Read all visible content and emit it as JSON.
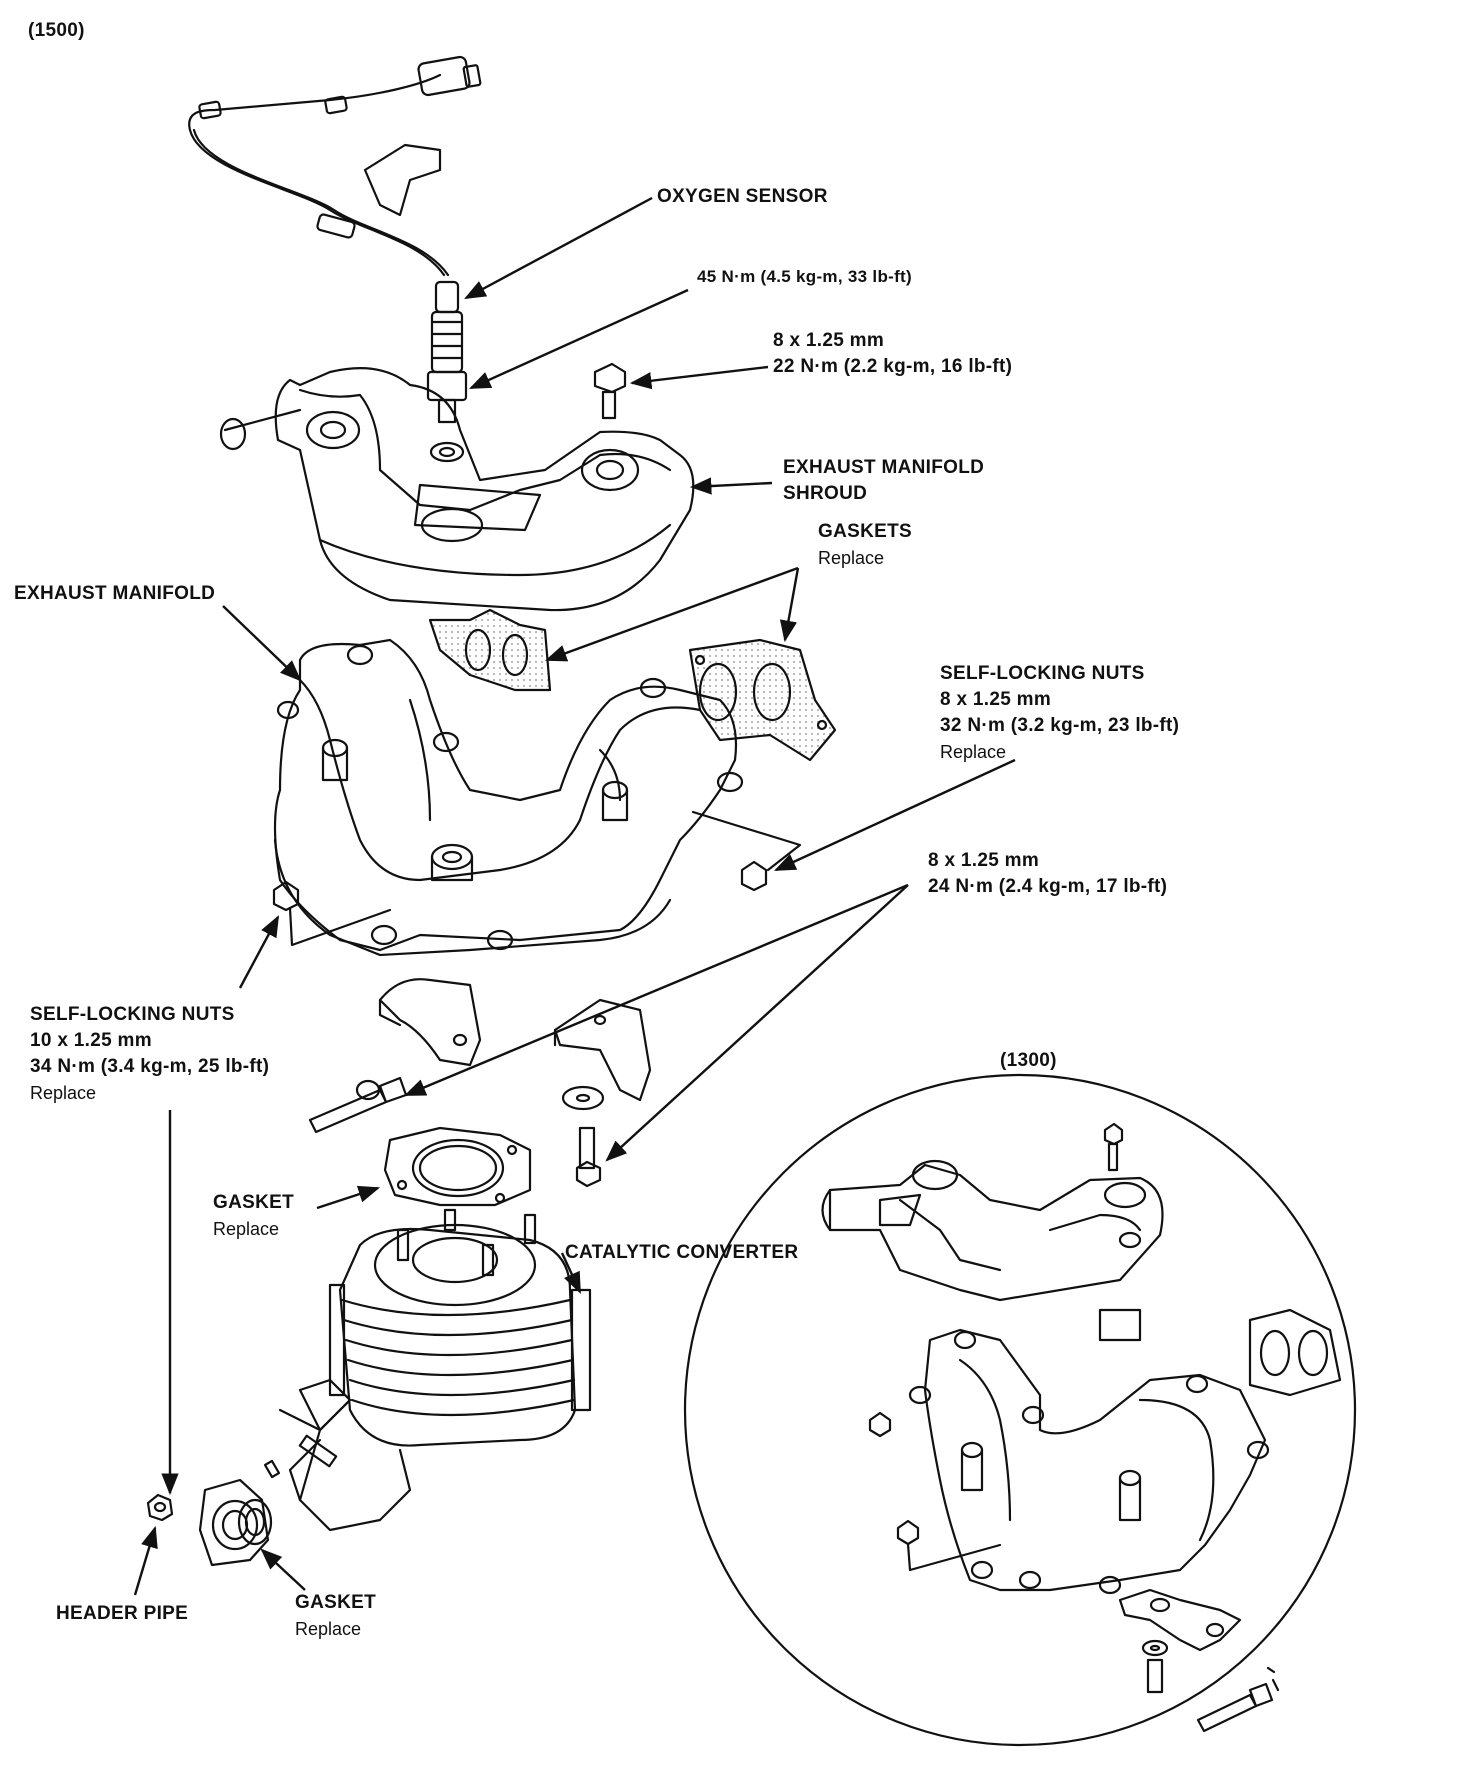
{
  "variants": {
    "top": "(1500)",
    "inset": "(1300)"
  },
  "labels": {
    "oxygen_sensor": "OXYGEN SENSOR",
    "sensor_torque": "45 N·m  (4.5 kg-m, 33 lb-ft)",
    "shroud_bolt": {
      "size": "8 x 1.25 mm",
      "torque": "22 N·m (2.2 kg-m, 16 lb-ft)"
    },
    "shroud": [
      "EXHAUST MANIFOLD",
      "SHROUD"
    ],
    "gaskets": {
      "name": "GASKETS",
      "note": "Replace"
    },
    "exhaust_manifold": "EXHAUST MANIFOLD",
    "self_locking_nuts_8": {
      "name": "SELF-LOCKING NUTS",
      "size": "8 x 1.25 mm",
      "torque": "32 N·m (3.2 kg-m, 23 lb-ft)",
      "note": "Replace"
    },
    "bracket_bolt": {
      "size": "8 x 1.25 mm",
      "torque": "24 N·m (2.4 kg-m, 17 lb-ft)"
    },
    "self_locking_nuts_10": {
      "name": "SELF-LOCKING NUTS",
      "size": "10 x 1.25 mm",
      "torque": "34 N·m (3.4 kg-m, 25 lb-ft)",
      "note": "Replace"
    },
    "gasket_mid": {
      "name": "GASKET",
      "note": "Replace"
    },
    "catalytic_converter": "CATALYTIC CONVERTER",
    "header_pipe": "HEADER PIPE",
    "gasket_low": {
      "name": "GASKET",
      "note": "Replace"
    }
  },
  "colors": {
    "ink": "#111111",
    "paper": "#ffffff",
    "stipple": "#888888"
  }
}
